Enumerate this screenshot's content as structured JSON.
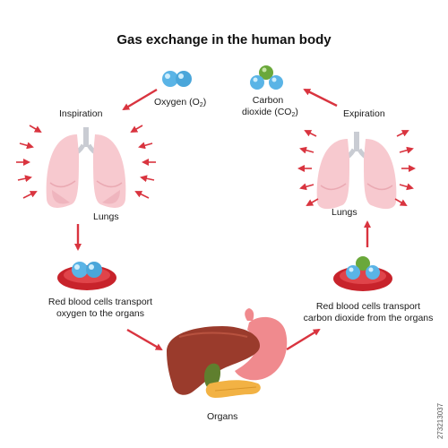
{
  "title": "Gas exchange in the human body",
  "labels": {
    "oxygen_prefix": "Oxygen (O",
    "oxygen_sub": "2",
    "oxygen_suffix": ")",
    "carbon_line1": "Carbon",
    "carbon_line2_prefix": "dioxide (CO",
    "carbon_sub": "2",
    "carbon_suffix": ")",
    "inspiration": "Inspiration",
    "expiration": "Expiration",
    "lungs_left": "Lungs",
    "lungs_right": "Lungs",
    "rbc_oxygen_line1": "Red blood cells transport",
    "rbc_oxygen_line2": "oxygen to the organs",
    "rbc_co2_line1": "Red blood cells transport",
    "rbc_co2_line2": "carbon dioxide from the organs",
    "organs": "Organs"
  },
  "stock_id": "273213037",
  "colors": {
    "arrow": "#d9343f",
    "lung": "#f7c9cf",
    "lung_shade": "#eaa9b2",
    "trachea": "#c9ccd3",
    "oxygen": "#5ab4e6",
    "carbon": "#6aa83a",
    "rbc": "#d42b32",
    "liver": "#9a3b2c",
    "stomach": "#f08a8e",
    "pancreas": "#f2b244",
    "gallbladder": "#5f7f2e"
  },
  "icons": [
    "oxygen-molecule-icon",
    "carbon-dioxide-molecule-icon",
    "lungs-icon",
    "red-blood-cell-icon",
    "organs-icon"
  ]
}
